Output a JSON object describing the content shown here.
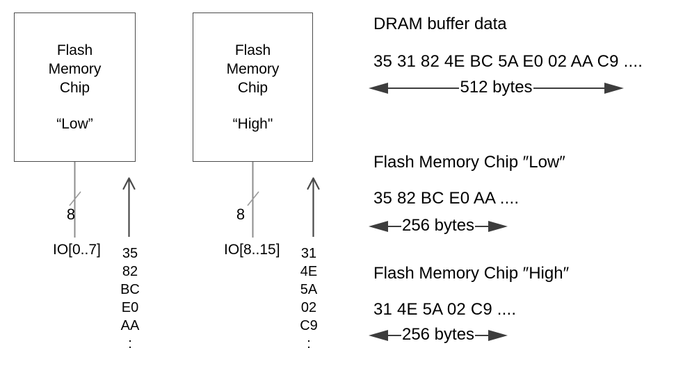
{
  "diagram": {
    "chips": [
      {
        "title": "Flash\nMemory\nChip",
        "quote_label": "“Low”",
        "bus_width": "8",
        "io_label": "IO[0..7]",
        "bytes": {
          "0": "35",
          "1": "82",
          "2": "BC",
          "3": "E0",
          "4": "AA",
          "5": ":"
        }
      },
      {
        "title": "Flash\nMemory\nChip",
        "quote_label": "“High\"",
        "bus_width": "8",
        "io_label": "IO[8..15]",
        "bytes": {
          "0": "31",
          "1": "4E",
          "2": "5A",
          "3": "02",
          "4": "C9",
          "5": ":"
        }
      }
    ],
    "right_panel": {
      "sections": [
        {
          "heading": "DRAM buffer data",
          "hex": "35 31 82 4E BC 5A E0 02 AA C9 ....",
          "span_label": "512 bytes"
        },
        {
          "heading": "Flash Memory Chip ″Low″",
          "hex": "35 82 BC E0 AA ....",
          "span_label": "256 bytes"
        },
        {
          "heading": "Flash Memory Chip ″High″",
          "hex": "31 4E 5A 02 C9 ....",
          "span_label": "256 bytes"
        }
      ]
    },
    "colors": {
      "text": "#000000",
      "box_border": "#4a4a4a",
      "bus_line": "#8c8c8c",
      "up_arrow": "#4a4a4a",
      "span_arrow": "#3d3d3d"
    }
  }
}
